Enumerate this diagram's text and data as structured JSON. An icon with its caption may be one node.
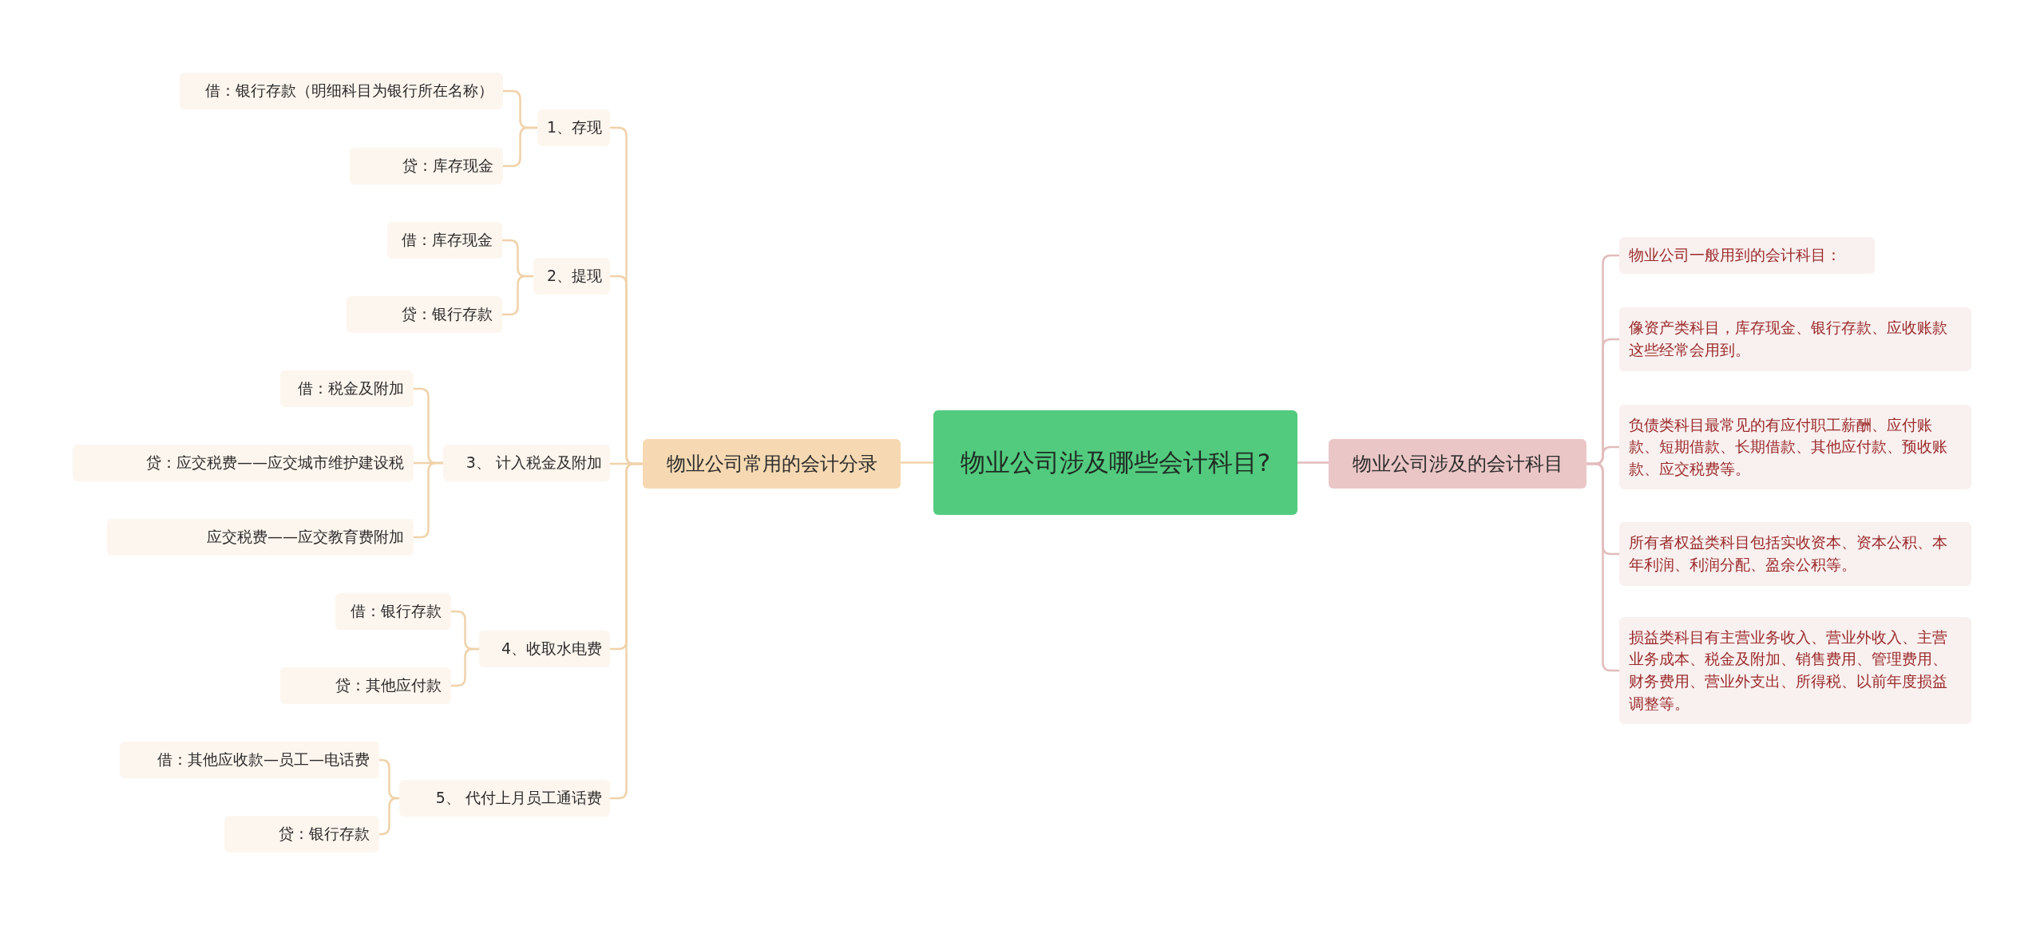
{
  "diagram": {
    "nodes": [
      {
        "text": [
          "物业公司涉及哪些会计科目?"
        ]
      },
      {
        "text": [
          "物业公司常用的会计分录"
        ]
      },
      {
        "text": [
          "1、存现"
        ]
      },
      {
        "text": [
          "借：银行存款（明细科目为银行所在名称）"
        ]
      },
      {
        "text": [
          "贷：库存现金"
        ]
      },
      {
        "text": [
          "2、提现"
        ]
      },
      {
        "text": [
          "借：库存现金"
        ]
      },
      {
        "text": [
          "贷：银行存款"
        ]
      },
      {
        "text": [
          "3、 计入税金及附加"
        ]
      },
      {
        "text": [
          "借：税金及附加"
        ]
      },
      {
        "text": [
          "贷：应交税费——应交城市维护建设税"
        ]
      },
      {
        "text": [
          "应交税费——应交教育费附加"
        ]
      },
      {
        "text": [
          "4、收取水电费"
        ]
      },
      {
        "text": [
          "借：银行存款"
        ]
      },
      {
        "text": [
          "贷：其他应付款"
        ]
      },
      {
        "text": [
          "5、 代付上月员工通话费"
        ]
      },
      {
        "text": [
          "借：其他应收款—员工—电话费"
        ]
      },
      {
        "text": [
          "贷：银行存款"
        ]
      },
      {
        "text": [
          "物业公司涉及的会计科目"
        ]
      },
      {
        "text": [
          "物业公司一般用到的会计科目："
        ]
      },
      {
        "text": [
          "像资产类科目，库存现金、银行存款、应收账款这些经常会用到。"
        ]
      },
      {
        "text": [
          "负债类科目最常见的有应付职工薪酬、应付账款、短期借款、长期借款、其他应付款、预收账款、应交税费等。"
        ]
      },
      {
        "text": [
          "所有者权益类科目包括实收资本、资本公积、本年利润、利润分配、盈余公积等。"
        ]
      },
      {
        "text": [
          "损益类科目有主营业务收入、营业外收入、主营业务成本、税金及附加、销售费用、管理费用、财务费用、营业外支出、所得税、以前年度损益调整等。"
        ]
      }
    ],
    "edges": [
      {
        "from": 0,
        "to": 1,
        "arrow": "none"
      },
      {
        "from": 1,
        "to": 2,
        "arrow": "none"
      },
      {
        "from": 2,
        "to": 3,
        "arrow": "none"
      },
      {
        "from": 2,
        "to": 4,
        "arrow": "none"
      },
      {
        "from": 1,
        "to": 5,
        "arrow": "none"
      },
      {
        "from": 5,
        "to": 6,
        "arrow": "none"
      },
      {
        "from": 5,
        "to": 7,
        "arrow": "none"
      },
      {
        "from": 1,
        "to": 8,
        "arrow": "none"
      },
      {
        "from": 8,
        "to": 9,
        "arrow": "none"
      },
      {
        "from": 8,
        "to": 10,
        "arrow": "none"
      },
      {
        "from": 8,
        "to": 11,
        "arrow": "none"
      },
      {
        "from": 1,
        "to": 12,
        "arrow": "none"
      },
      {
        "from": 12,
        "to": 13,
        "arrow": "none"
      },
      {
        "from": 12,
        "to": 14,
        "arrow": "none"
      },
      {
        "from": 1,
        "to": 15,
        "arrow": "none"
      },
      {
        "from": 15,
        "to": 16,
        "arrow": "none"
      },
      {
        "from": 15,
        "to": 17,
        "arrow": "none"
      },
      {
        "from": 0,
        "to": 18,
        "arrow": "none",
        "color": "#e2bcbc"
      },
      {
        "from": 18,
        "to": 19,
        "arrow": "none",
        "color": "#e2bcbc"
      },
      {
        "from": 18,
        "to": 20,
        "arrow": "none",
        "color": "#e2bcbc"
      },
      {
        "from": 18,
        "to": 21,
        "arrow": "none",
        "color": "#e2bcbc"
      },
      {
        "from": 18,
        "to": 22,
        "arrow": "none",
        "color": "#e2bcbc"
      },
      {
        "from": 18,
        "to": 23,
        "arrow": "none",
        "color": "#e2bcbc"
      }
    ]
  }
}
